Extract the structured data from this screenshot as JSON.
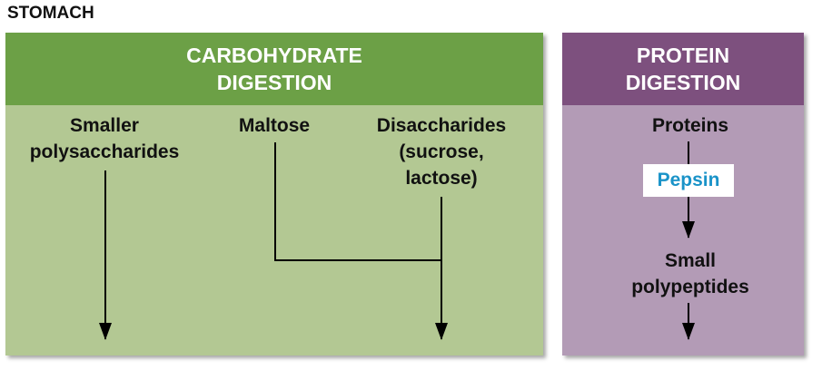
{
  "title": "STOMACH",
  "carbohydrate": {
    "header": "CARBOHYDRATE\nDIGESTION",
    "items": [
      "Smaller\npolysaccharides",
      "Maltose",
      "Disaccharides\n(sucrose,\nlactose)"
    ]
  },
  "protein": {
    "header": "PROTEIN\nDIGESTION",
    "substrate": "Proteins",
    "enzyme": "Pepsin",
    "product": "Small\npolypeptides"
  },
  "colors": {
    "carb_header": "#6ca046",
    "carb_body": "#b3c893",
    "protein_header": "#7d507e",
    "protein_body": "#b39bb6",
    "enzyme_text": "#1a93c8"
  }
}
